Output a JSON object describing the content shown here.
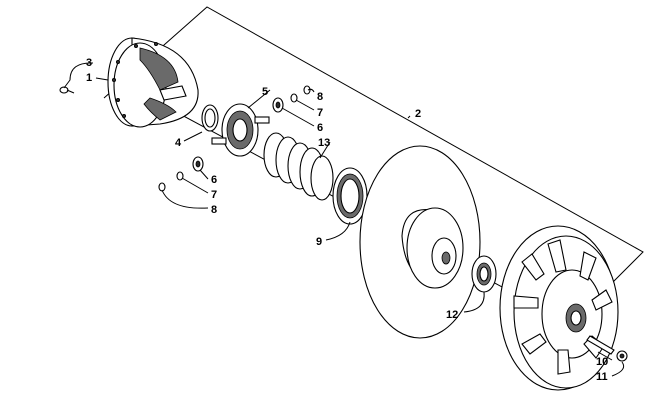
{
  "diagram": {
    "callouts": {
      "c1": "1",
      "c2": "2",
      "c3": "3",
      "c4": "4",
      "c5": "5",
      "c6a": "6",
      "c6b": "6",
      "c7a": "7",
      "c7b": "7",
      "c8a": "8",
      "c8b": "8",
      "c9": "9",
      "c10": "10",
      "c11": "11",
      "c12": "12",
      "c13": "13"
    }
  }
}
